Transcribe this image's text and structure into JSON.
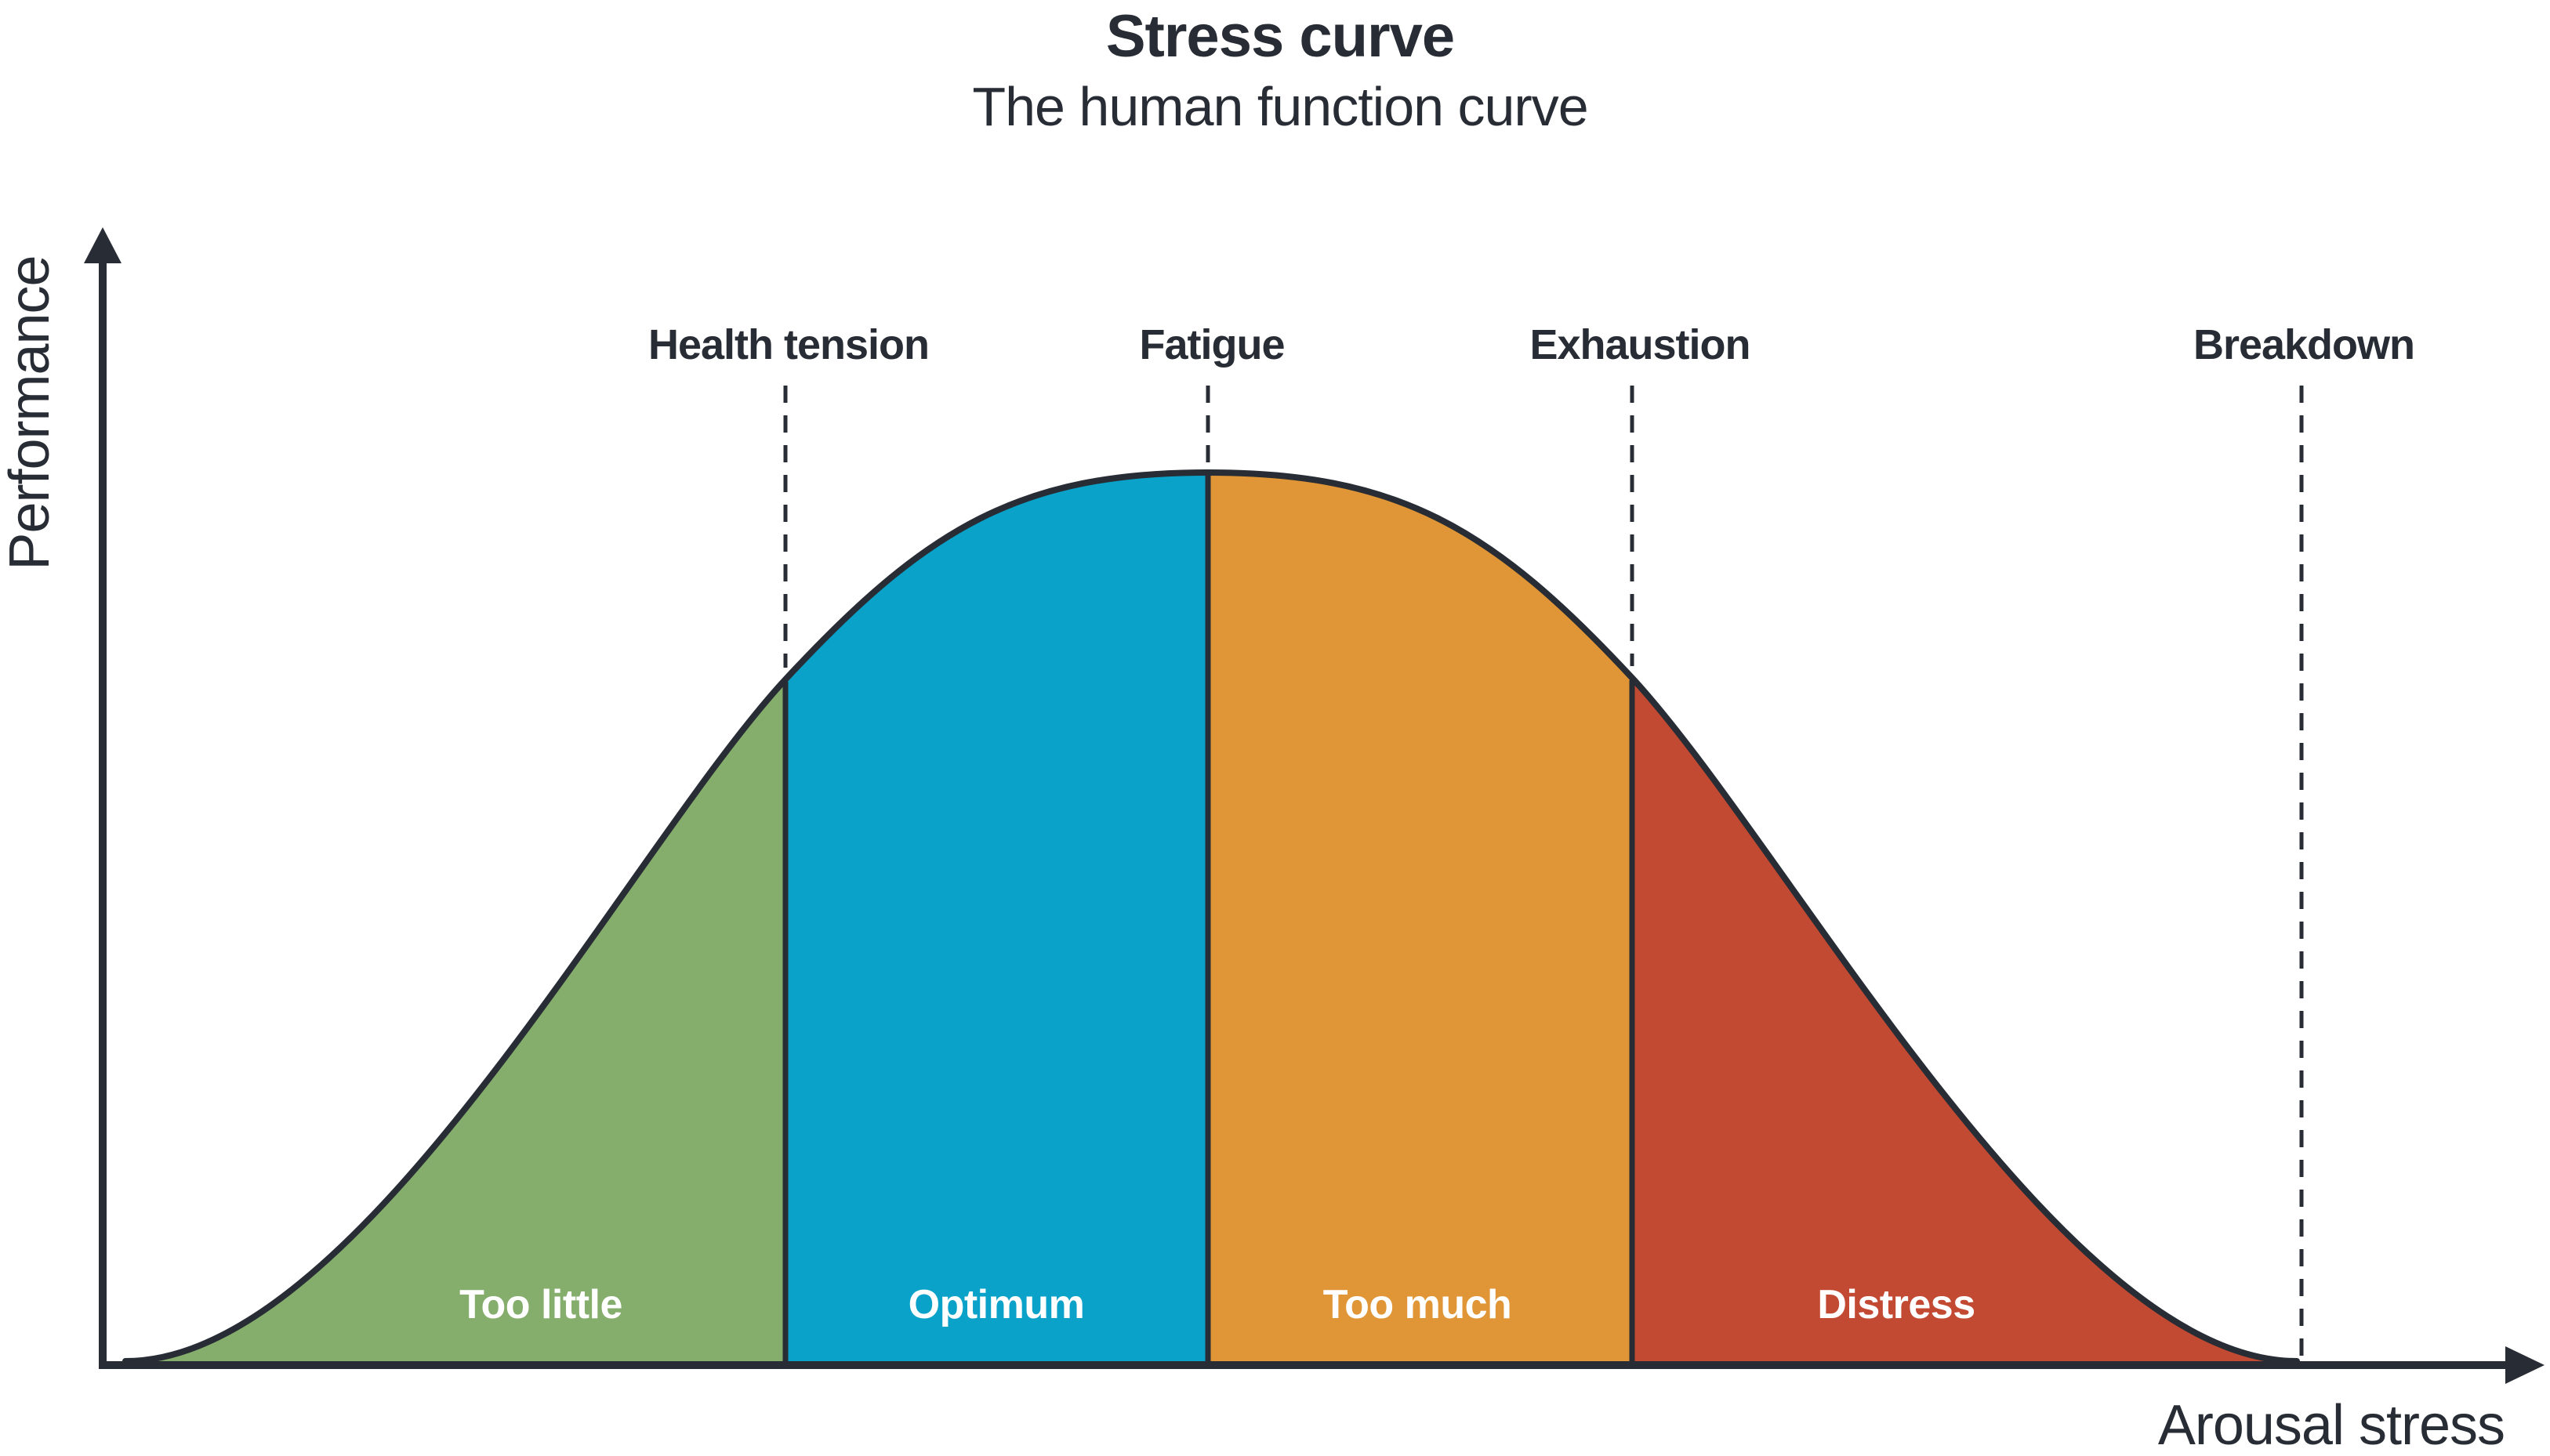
{
  "title": "Stress curve",
  "subtitle": "The human function curve",
  "axes": {
    "x_label": "Arousal stress",
    "y_label": "Performance"
  },
  "thresholds": [
    {
      "label": "Health tension"
    },
    {
      "label": "Fatigue"
    },
    {
      "label": "Exhaustion"
    },
    {
      "label": "Breakdown"
    }
  ],
  "regions": [
    {
      "label": "Too little",
      "color": "#85AD6C"
    },
    {
      "label": "Optimum",
      "color": "#0AA2C8"
    },
    {
      "label": "Too much",
      "color": "#E09636"
    },
    {
      "label": "Distress",
      "color": "#C34A32"
    }
  ],
  "colors": {
    "ink": "#282D35",
    "region_label_text": "#FFFFFF",
    "background": "#FFFFFF"
  },
  "chart_data": {
    "type": "area",
    "title": "Stress curve",
    "subtitle": "The human function curve",
    "xlabel": "Arousal stress",
    "ylabel": "Performance",
    "grid": false,
    "legend": "none",
    "x_axis": {
      "ticks": [],
      "range_norm": [
        0,
        1
      ],
      "arrow": true
    },
    "y_axis": {
      "ticks": [],
      "range_norm": [
        0,
        1
      ],
      "arrow": true
    },
    "curve_shape": "bell",
    "peak": {
      "x_norm": 0.455,
      "y_norm": 1.0
    },
    "curve_points_norm": [
      [
        0.01,
        0.0
      ],
      [
        0.08,
        0.06
      ],
      [
        0.15,
        0.23
      ],
      [
        0.22,
        0.52
      ],
      [
        0.28,
        0.77
      ],
      [
        0.35,
        0.93
      ],
      [
        0.455,
        1.0
      ],
      [
        0.56,
        0.93
      ],
      [
        0.63,
        0.77
      ],
      [
        0.7,
        0.52
      ],
      [
        0.78,
        0.23
      ],
      [
        0.85,
        0.06
      ],
      [
        0.9,
        0.0
      ]
    ],
    "regions": [
      {
        "label": "Too little",
        "x_norm": [
          0.01,
          0.28
        ],
        "color": "#85AD6C"
      },
      {
        "label": "Optimum",
        "x_norm": [
          0.28,
          0.455
        ],
        "color": "#0AA2C8"
      },
      {
        "label": "Too much",
        "x_norm": [
          0.455,
          0.63
        ],
        "color": "#E09636"
      },
      {
        "label": "Distress",
        "x_norm": [
          0.63,
          0.9
        ],
        "color": "#C34A32"
      }
    ],
    "thresholds": [
      {
        "label": "Health tension",
        "x_norm": 0.28,
        "curve_y_norm": 0.77
      },
      {
        "label": "Fatigue",
        "x_norm": 0.455,
        "curve_y_norm": 1.0
      },
      {
        "label": "Exhaustion",
        "x_norm": 0.63,
        "curve_y_norm": 0.77
      },
      {
        "label": "Breakdown",
        "x_norm": 0.9,
        "curve_y_norm": 0.0
      }
    ]
  }
}
